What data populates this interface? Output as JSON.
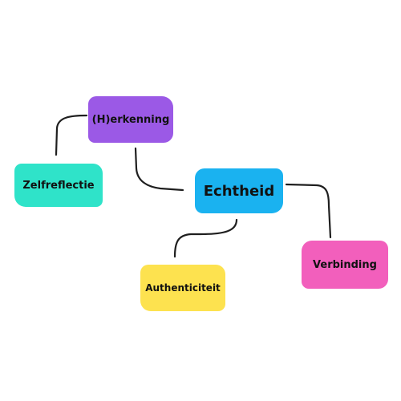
{
  "diagram": {
    "nodes": {
      "herkenning": {
        "label": "(H)erkenning",
        "color": "#9b59e6"
      },
      "zelfreflectie": {
        "label": "Zelfreflectie",
        "color": "#2fe3c9"
      },
      "echtheid": {
        "label": "Echtheid",
        "color": "#1ab2f0"
      },
      "authenticiteit": {
        "label": "Authenticiteit",
        "color": "#fde24f"
      },
      "verbinding": {
        "label": "Verbinding",
        "color": "#f25fbc"
      }
    },
    "edges": [
      {
        "from": "herkenning",
        "to": "zelfreflectie"
      },
      {
        "from": "herkenning",
        "to": "echtheid"
      },
      {
        "from": "echtheid",
        "to": "authenticiteit"
      },
      {
        "from": "echtheid",
        "to": "verbinding"
      }
    ],
    "connector_color": "#1f1f1f"
  }
}
